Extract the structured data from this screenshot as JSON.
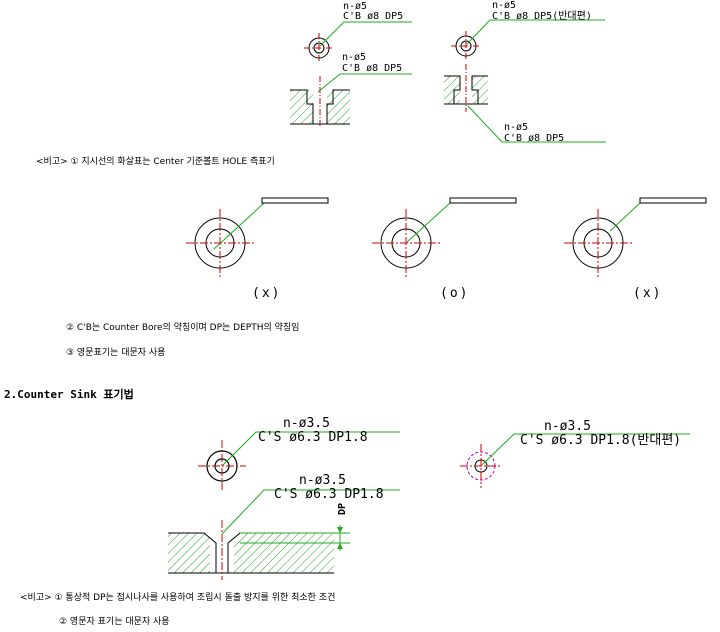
{
  "counterbore": {
    "callout_top_left_line1": "n-ø5",
    "callout_top_left_line2": "C'B  ø8  DP5",
    "callout_mid_left_line1": "n-ø5",
    "callout_mid_left_line2": "C'B  ø8  DP5",
    "callout_top_right_line1": "n-ø5",
    "callout_top_right_line2": "C'B  ø8  DP5(반대편)",
    "callout_bottom_right_line1": "n-ø5",
    "callout_bottom_right_line2": "C'B  ø8  DP5"
  },
  "note1": "<비고> ① 지시선의 화살표는 Center 기준볼트 HOLE 측표기",
  "verdicts": [
    "(x)",
    "(o)",
    "(x)"
  ],
  "note2": "② C'B는 Counter Bore의 약칭이며 DP는 DEPTH의 약칭임",
  "note3": "③ 영문표기는 대문자 사용",
  "section_heading": "2.Counter Sink 표기법",
  "countersink": {
    "callout_top_line1": "n-ø3.5",
    "callout_top_line2": "C'S  ø6.3  DP1.8",
    "callout_mid_line1": "n-ø3.5",
    "callout_mid_line2": "C'S  ø6.3  DP1.8",
    "callout_right_line1": "n-ø3.5",
    "callout_right_line2": "C'S  ø6.3  DP1.8(반대편)",
    "dp_label": "DP"
  },
  "note4": "<비고> ① 통상적 DP는 접시나사를 사용하여 조립시 돌출 방지를 위한 최소한 조건",
  "note5": "② 영문자 표기는 대문자 사용",
  "colors": {
    "leader": "#1faa1f",
    "centerline": "#d00000",
    "hatch": "#2aa02a",
    "phantom": "#c000c0",
    "outline": "#000000"
  }
}
